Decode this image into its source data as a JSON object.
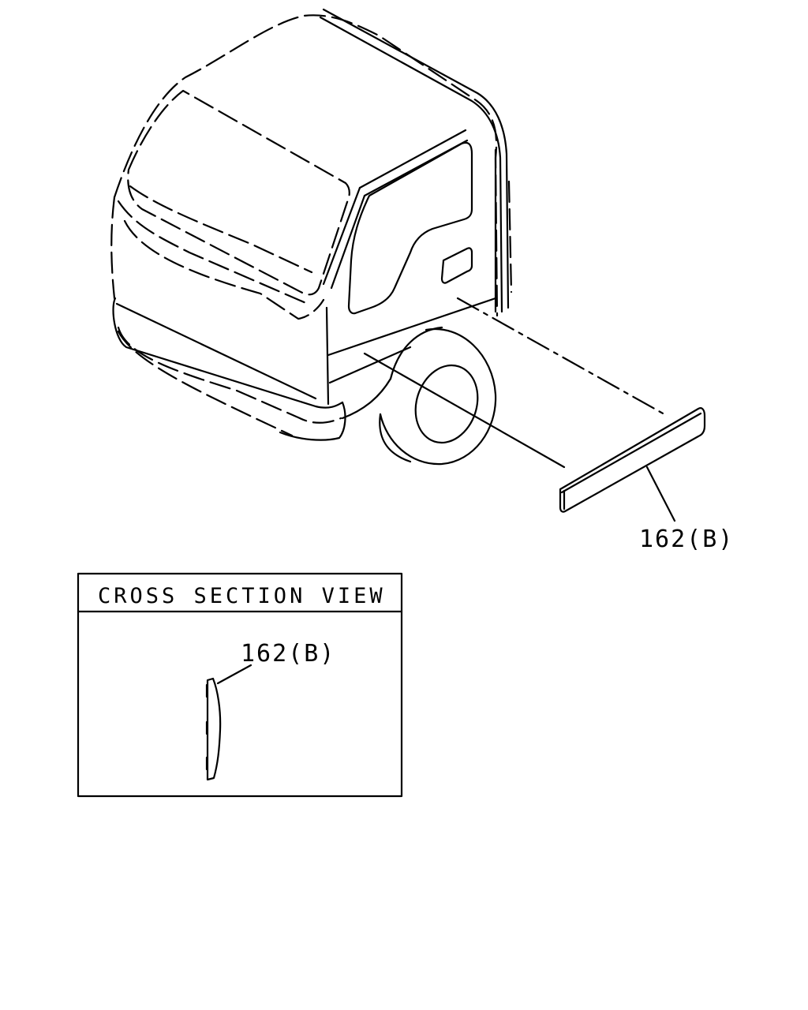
{
  "callouts": {
    "main_part": "162(B)",
    "section_part": "162(B)"
  },
  "section_box": {
    "title": "CROSS SECTION VIEW"
  },
  "colors": {
    "line": "#000000",
    "background": "#ffffff"
  }
}
